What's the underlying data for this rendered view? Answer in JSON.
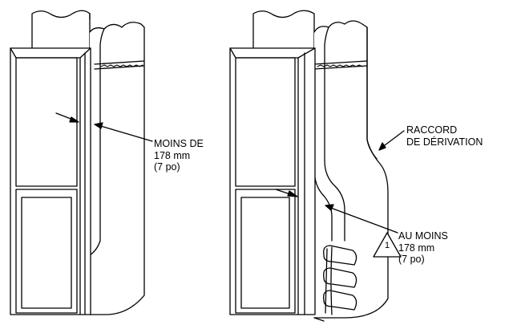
{
  "left_figure": {
    "clearance_label": [
      "MOINS DE",
      "178 mm",
      "(7 po)"
    ]
  },
  "right_figure": {
    "bypass_label": [
      "RACCORD",
      "DE DÉRIVATION"
    ],
    "clearance_label": [
      "AU MOINS",
      "178 mm",
      "(7 po)"
    ],
    "warning_marker": "1"
  }
}
